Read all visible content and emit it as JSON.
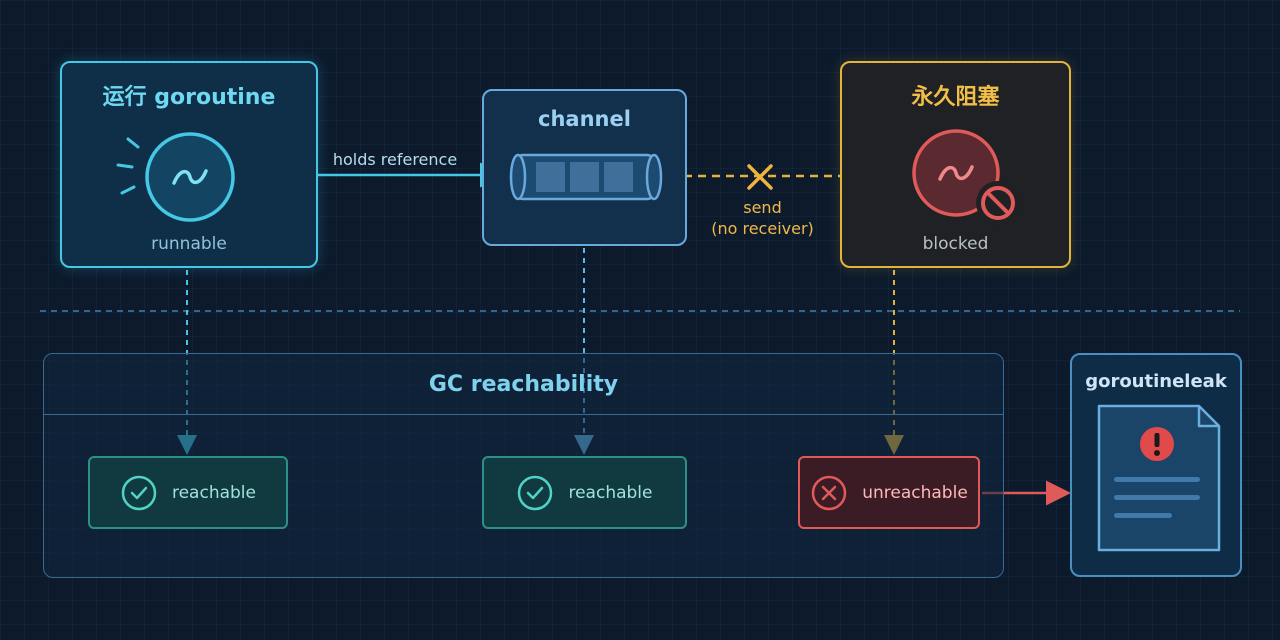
{
  "goroutine": {
    "title": "运行 goroutine",
    "status": "runnable"
  },
  "channel": {
    "title": "channel"
  },
  "blocked": {
    "title": "永久阻塞",
    "status": "blocked"
  },
  "edges": {
    "holds": "holds reference",
    "send_line1": "send",
    "send_line2": "(no receiver)"
  },
  "gc": {
    "title": "GC reachability",
    "results": [
      {
        "label": "reachable",
        "state": "ok"
      },
      {
        "label": "reachable",
        "state": "ok"
      },
      {
        "label": "unreachable",
        "state": "bad"
      }
    ]
  },
  "leak": {
    "title": "goroutineleak"
  },
  "icons": [
    "goroutine-wave-icon",
    "channel-queue-icon",
    "x-mark-icon",
    "blocked-goroutine-icon",
    "no-entry-icon",
    "check-circle-icon",
    "x-circle-icon",
    "alert-document-icon"
  ],
  "colors": {
    "running": "#44c8e6",
    "blocked": "#e3b43c",
    "unreachable": "#e05a5a",
    "reachable": "#2e8f8a"
  }
}
